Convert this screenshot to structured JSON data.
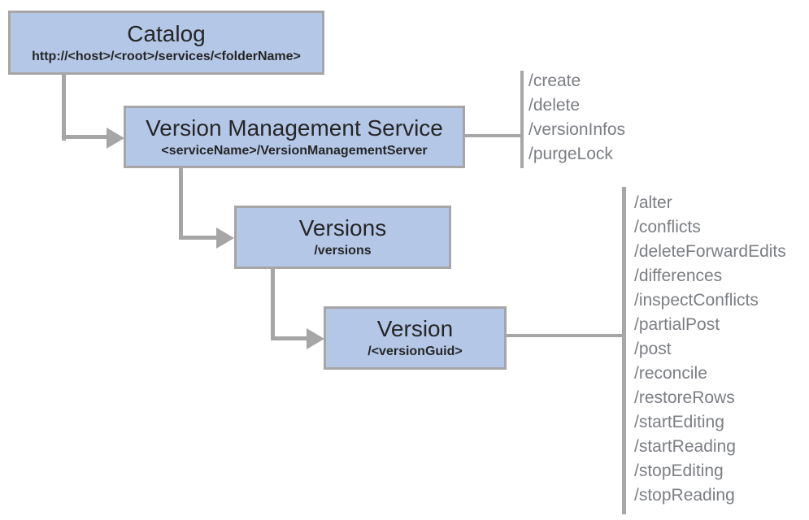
{
  "colors": {
    "box_fill": "#b4c7e7",
    "box_border": "#a6a6a6",
    "title_color": "#262626",
    "connector": "#a6a6a6",
    "ops_color": "#7b7e83",
    "background": "#ffffff"
  },
  "nodes": [
    {
      "id": "catalog",
      "title": "Catalog",
      "subtitle": "http://<host>/<root>/services/<folderName>"
    },
    {
      "id": "version-management-service",
      "title": "Version Management Service",
      "subtitle": "<serviceName>/VersionManagementServer",
      "operations": [
        "/create",
        "/delete",
        "/versionInfos",
        "/purgeLock"
      ]
    },
    {
      "id": "versions",
      "title": "Versions",
      "subtitle": "/versions"
    },
    {
      "id": "version",
      "title": "Version",
      "subtitle": "/<versionGuid>",
      "operations": [
        "/alter",
        "/conflicts",
        "/deleteForwardEdits",
        "/differences",
        "/inspectConflicts",
        "/partialPost",
        "/post",
        "/reconcile",
        "/restoreRows",
        "/startEditing",
        "/startReading",
        "/stopEditing",
        "/stopReading"
      ]
    }
  ]
}
